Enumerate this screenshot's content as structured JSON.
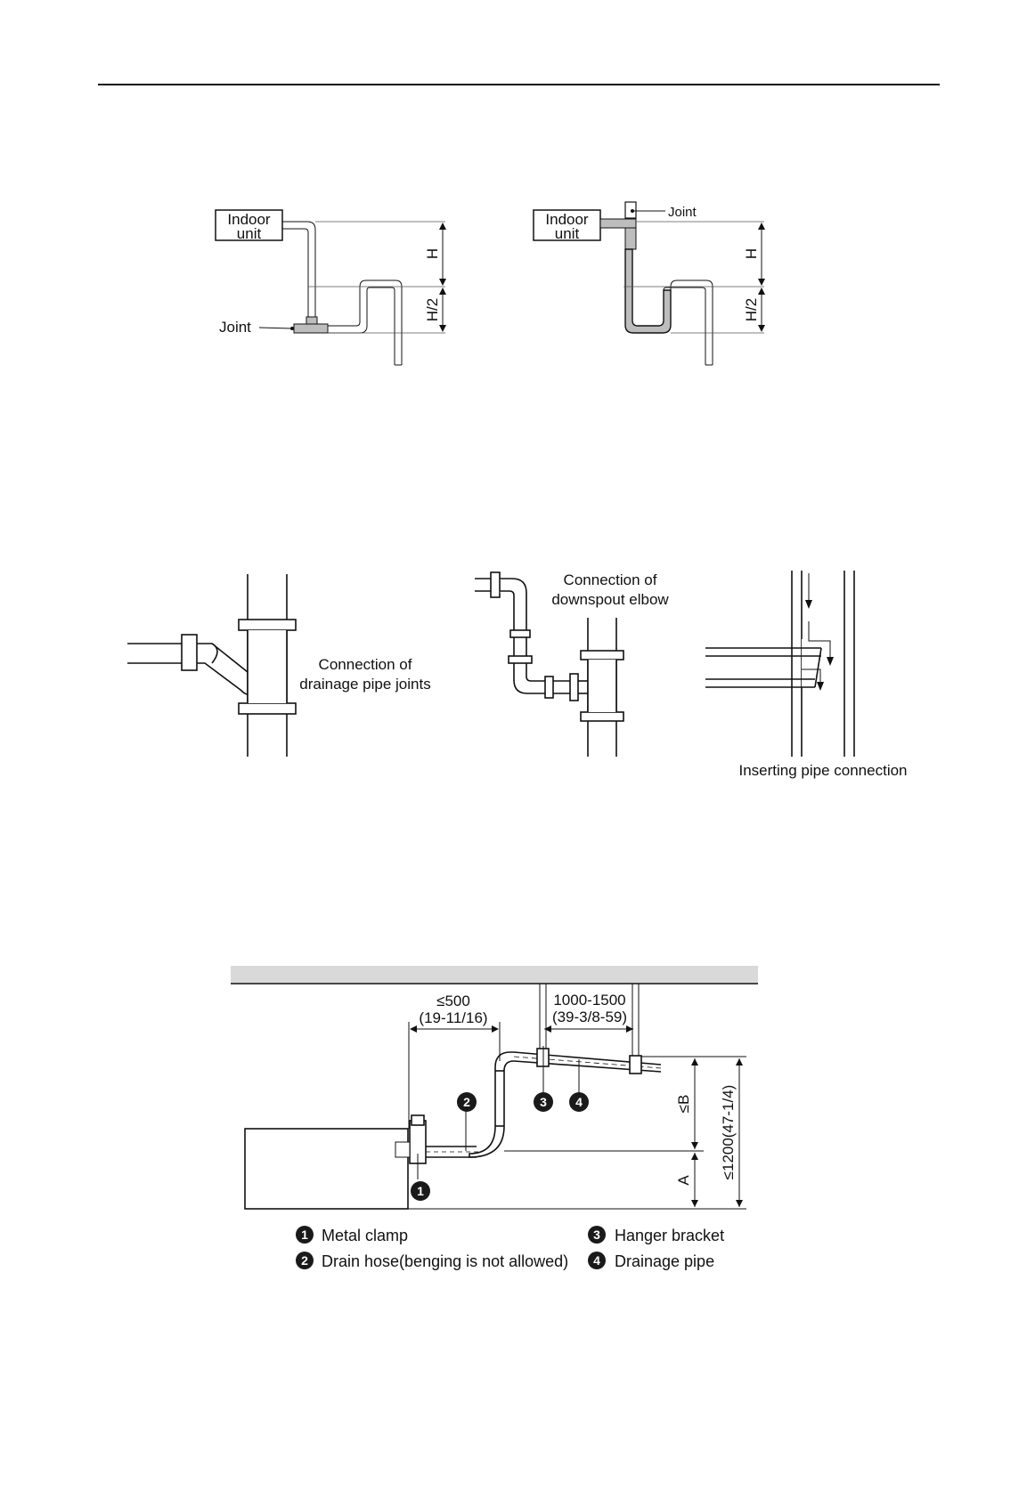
{
  "trap_diagram_left": {
    "indoor_unit_label_line1": "Indoor",
    "indoor_unit_label_line2": "unit",
    "joint_label": "Joint",
    "height_label": "H",
    "half_height_label": "H/2"
  },
  "trap_diagram_right": {
    "indoor_unit_label_line1": "Indoor",
    "indoor_unit_label_line2": "unit",
    "joint_label": "Joint",
    "height_label": "H",
    "half_height_label": "H/2"
  },
  "connection_diagrams": {
    "drainage_joint_line1": "Connection of",
    "drainage_joint_line2": "drainage pipe joints",
    "downspout_line1": "Connection of",
    "downspout_line2": "downspout elbow",
    "inserting": "Inserting pipe connection"
  },
  "installation_diagram": {
    "dim_500_line1": "≤500",
    "dim_500_line2": "(19-11/16)",
    "dim_hanger_line1": "1000-1500",
    "dim_hanger_line2": "(39-3/8-59)",
    "dim_b": "≤B",
    "dim_a": "A",
    "dim_total": "≤1200(47-1/4)",
    "badges": [
      "1",
      "2",
      "3",
      "4"
    ],
    "legend": [
      {
        "num": "1",
        "text": "Metal clamp"
      },
      {
        "num": "2",
        "text": "Drain hose(benging is not allowed)"
      },
      {
        "num": "3",
        "text": "Hanger bracket"
      },
      {
        "num": "4",
        "text": "Drainage pipe"
      }
    ]
  }
}
